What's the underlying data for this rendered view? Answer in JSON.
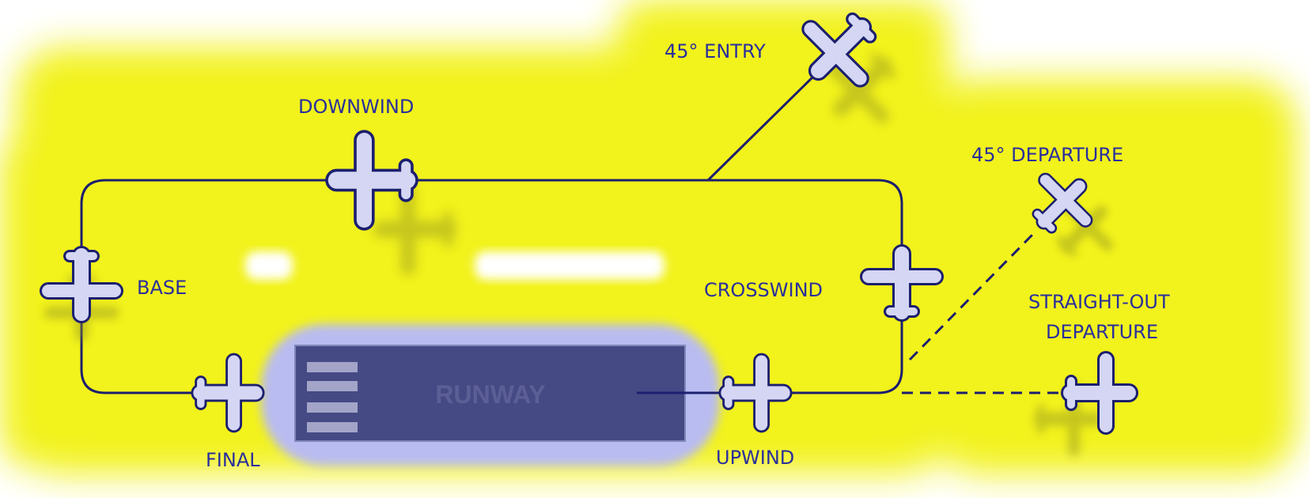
{
  "title": "Airport traffic pattern",
  "runway": {
    "label": "RUNWAY"
  },
  "labels": {
    "entry": "45° ENTRY",
    "downwind": "DOWNWIND",
    "departure45": "45° DEPARTURE",
    "base": "BASE",
    "crosswind": "CROSSWIND",
    "straight_out_1": "STRAIGHT-OUT",
    "straight_out_2": "DEPARTURE",
    "final": "FINAL",
    "upwind": "UPWIND"
  },
  "colors": {
    "glow": "#f2f21a",
    "line": "#1c1f6e",
    "plane_fill": "#d4d6f3",
    "runway": "#454a85",
    "text": "#2a2f9c"
  }
}
